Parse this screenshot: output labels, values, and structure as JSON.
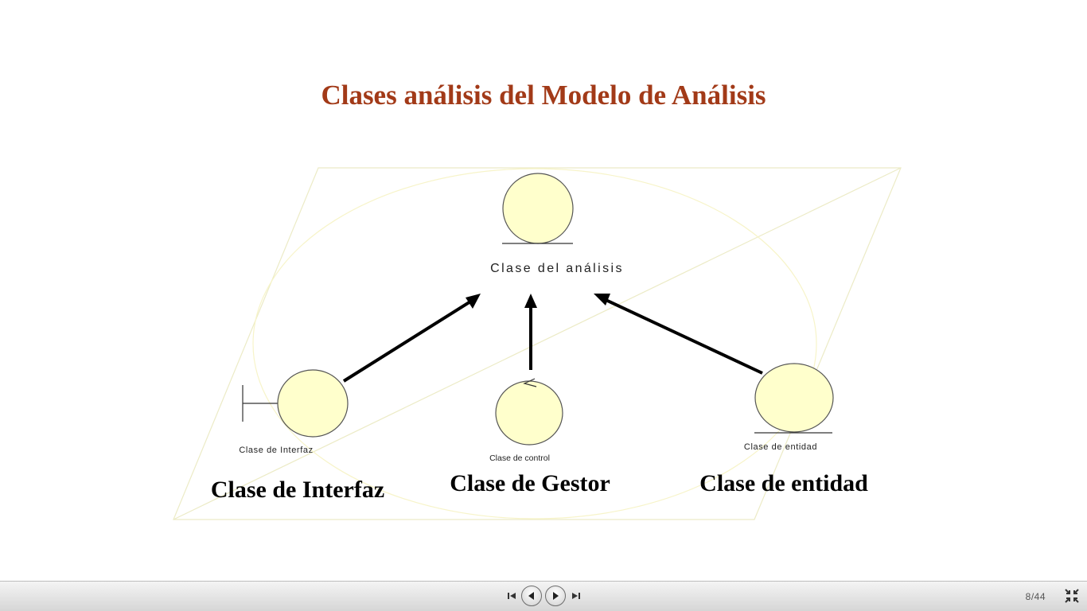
{
  "slide": {
    "title": "Clases análisis del Modelo de Análisis",
    "diagram": {
      "superclass_label": "Clase del análisis",
      "interface_label_small": "Clase de Interfaz",
      "control_label_small": "Clase de control",
      "entity_label_small": "Clase de entidad",
      "interface_caption": "Clase de Interfaz",
      "control_caption": "Clase de Gestor",
      "entity_caption": "Clase de entidad"
    },
    "colors": {
      "title": "#a23a18",
      "class_fill": "#ffffcc",
      "class_stroke": "#555555",
      "background_shape": "#eeeec8"
    }
  },
  "toolbar": {
    "first_icon": "skip-to-first-icon",
    "prev_icon": "previous-icon",
    "next_icon": "next-icon",
    "last_icon": "skip-to-last-icon",
    "page_counter": "8/44",
    "exit_fullscreen_icon": "exit-fullscreen-icon"
  }
}
